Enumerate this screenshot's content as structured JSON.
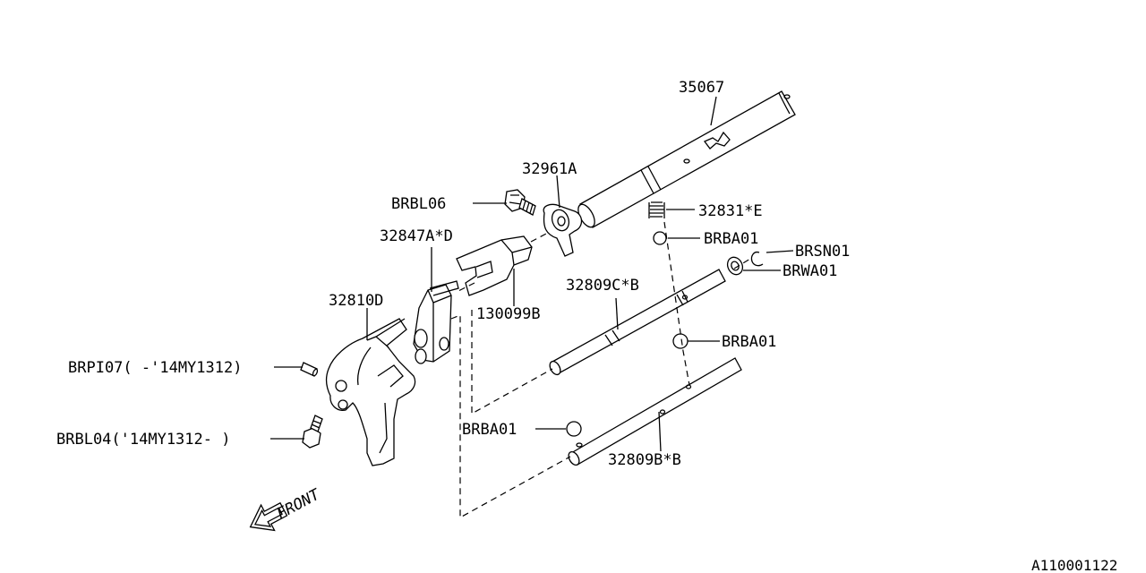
{
  "diagram": {
    "part_labels": [
      {
        "id": "35067",
        "text": "35067"
      },
      {
        "id": "32961A",
        "text": "32961A"
      },
      {
        "id": "BRBL06",
        "text": "BRBL06"
      },
      {
        "id": "32831E",
        "text": "32831*E"
      },
      {
        "id": "32847AD",
        "text": "32847A*D"
      },
      {
        "id": "BRBA01_top",
        "text": "BRBA01"
      },
      {
        "id": "BRSN01",
        "text": "BRSN01"
      },
      {
        "id": "BRWA01",
        "text": "BRWA01"
      },
      {
        "id": "32809CB",
        "text": "32809C*B"
      },
      {
        "id": "32810D",
        "text": "32810D"
      },
      {
        "id": "130099B",
        "text": "130099B"
      },
      {
        "id": "BRBA01_mid",
        "text": "BRBA01"
      },
      {
        "id": "BRPI07",
        "text": "BRPI07( -'14MY1312)"
      },
      {
        "id": "BRBA01_low",
        "text": "BRBA01"
      },
      {
        "id": "BRBL04",
        "text": "BRBL04('14MY1312- )"
      },
      {
        "id": "32809BB",
        "text": "32809B*B"
      }
    ],
    "front_label": "FRONT",
    "diagram_code": "A110001122"
  }
}
